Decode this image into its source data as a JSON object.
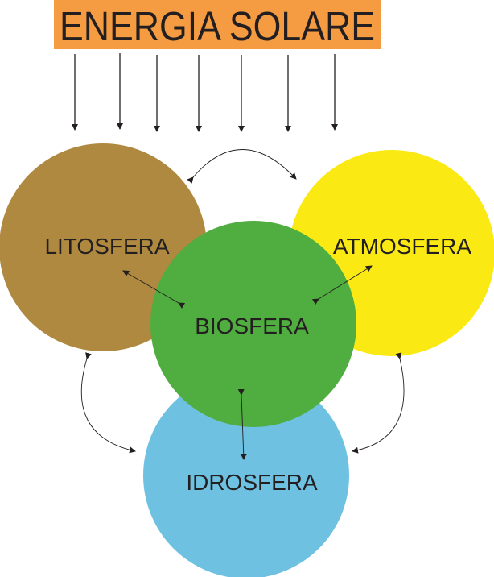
{
  "title": "ENERGIA SOLARE",
  "spheres": {
    "litosfera": {
      "label": "LITOSFERA",
      "color": "#b08941"
    },
    "atmosfera": {
      "label": "ATMOSFERA",
      "color": "#fbe913"
    },
    "biosfera": {
      "label": "BIOSFERA",
      "color": "#4fae3f"
    },
    "idrosfera": {
      "label": "IDROSFERA",
      "color": "#6ec1e1"
    }
  },
  "title_color": "#f59b42"
}
